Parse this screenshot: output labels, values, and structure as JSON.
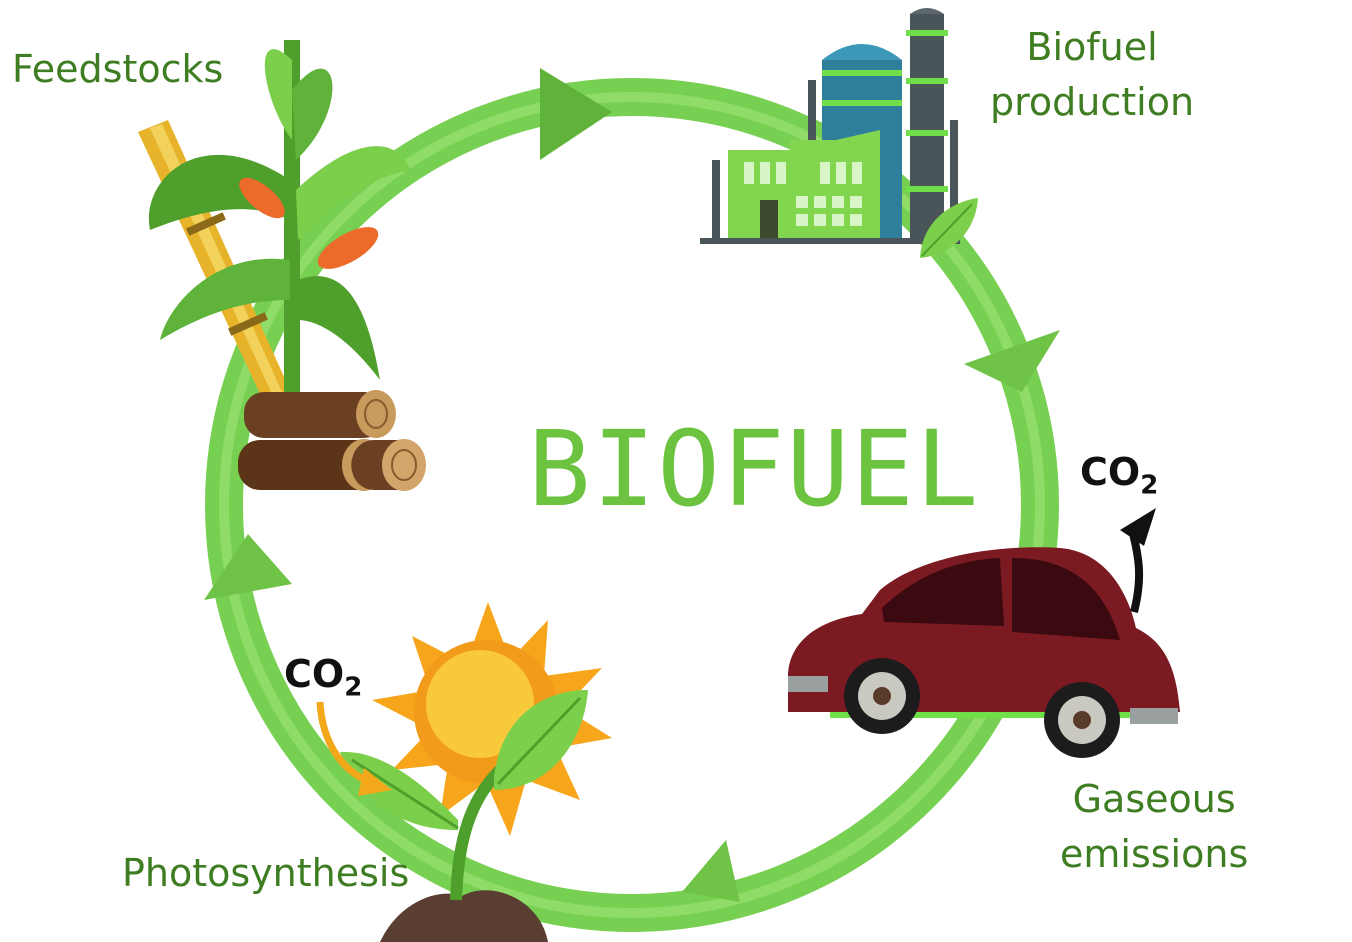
{
  "center_title": "BIOFUEL",
  "stages": {
    "feedstocks": "Feedstocks",
    "production_line1": "Biofuel",
    "production_line2": "production",
    "emissions_line1": "Gaseous",
    "emissions_line2": "emissions",
    "photosynthesis": "Photosynthesis"
  },
  "co2": {
    "main": "CO",
    "sub": "2"
  },
  "colors": {
    "cycle_green": "#78d052",
    "label_green": "#3f7d22",
    "title_green": "#6cc340",
    "car_red": "#7c1a22",
    "sun_orange": "#f7a51b"
  }
}
